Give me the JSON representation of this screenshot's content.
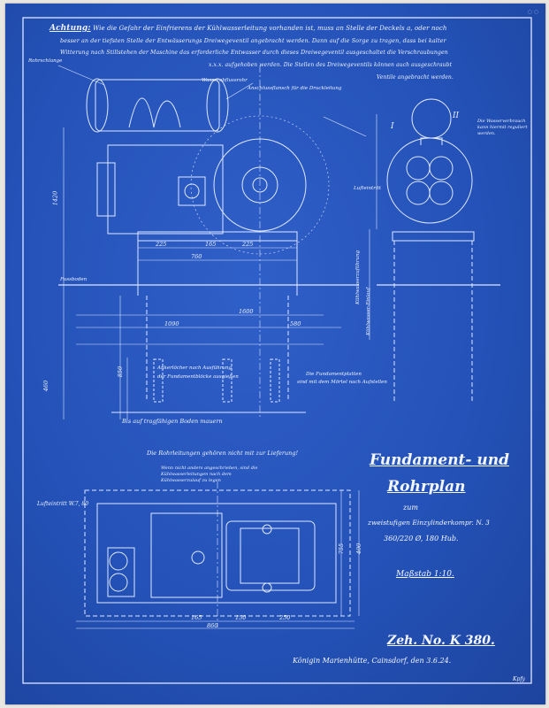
{
  "document": {
    "notice": {
      "heading": "Achtung:",
      "lines": [
        "Wie die Gefahr der Einfrierens der Kühlwasserleitung vorhanden ist, muss an Stelle der Deckels a, oder noch",
        "besser an der tiefsten Stelle der Entwässerungs Dreiwegeventil angebracht werden. Dann auf die Sorge zu tragen, dass bei kalter",
        "Witterung nach Stillstehen der Maschine das erforderliche Entwasser durch dieses Dreiwegeventil ausgeschaltet die Verschraubungen",
        "x.x.x. aufgehoben werden. Die Stellen des Dreiwegeventils können auch ausgeschraubt",
        "Ventile angebracht werden."
      ]
    },
    "labels": {
      "reserve_left": "Rohrschlange",
      "reserve_right": "Wasserabflussrohr",
      "connect": "Anschlussflansch für die Druckleitung",
      "air_in": "Lufteintritt",
      "water": "Kühlwasserzuführung",
      "water2": "Kühlwasser-Einlauf",
      "floor": "Fussboden",
      "pit_left": "Ankerlöcher nach Ausführung",
      "pit_left2": "der Fundamentblöcke ausgießen",
      "pit_right": "Die Fundamentplatten",
      "pit_right2": "sind mit dem Mörtel nach Aufstellen",
      "bottom_soil": "Bis auf tragfähigen Boden mauern",
      "pipes_note": "Die Rohrleitungen gehören nicht mit zur Lieferung!",
      "plan_air": "Lufteintritt W.7, 80",
      "plan_note": "Wenn nicht anders angeschrieben, sind die Kühlwasserleitungen nach dem Kühlwasserzulauf zu legen",
      "side_note": "Die Wasserverbrauch kann hiermit reguliert werden.",
      "roman_1": "I",
      "roman_2": "II"
    },
    "dims": {
      "d1": "225",
      "d2": "165",
      "d3": "225",
      "d4": "760",
      "d5": "1600",
      "d6": "1090",
      "d7": "580",
      "d8": "1420",
      "d9": "850",
      "d10": "460",
      "d11": "755",
      "d12": "400",
      "d13": "165",
      "d14": "150",
      "d15": "250",
      "d16": "860"
    },
    "title": {
      "line1": "Fundament- und",
      "line2": "Rohrplan",
      "line3": "zum",
      "line4": "zweistufigen Einzylinderkompr. N. 3",
      "line5": "360/220 Ø, 180 Hub.",
      "scale": "Maßstab 1:10.",
      "drawing_no": "Zeh. No. K 380.",
      "footer": "Königin Marienhütte, Cainsdorf, den 3.6.24.",
      "sign": "Kpfy"
    },
    "colors": {
      "paper": "#2452b8",
      "ink": "#eef3ff"
    }
  }
}
